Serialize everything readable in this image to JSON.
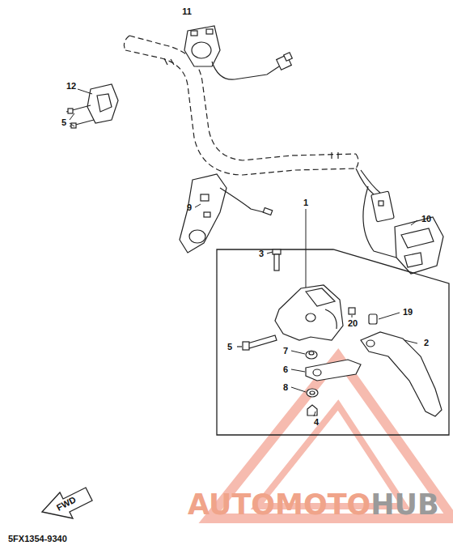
{
  "diagram": {
    "labels": [
      "11",
      "12",
      "5",
      "9",
      "10",
      "1",
      "3",
      "19",
      "20",
      "2",
      "5",
      "7",
      "6",
      "8",
      "4",
      "FWD",
      "5FX1354-9340",
      "AUTOMOTO",
      "HUB"
    ]
  }
}
